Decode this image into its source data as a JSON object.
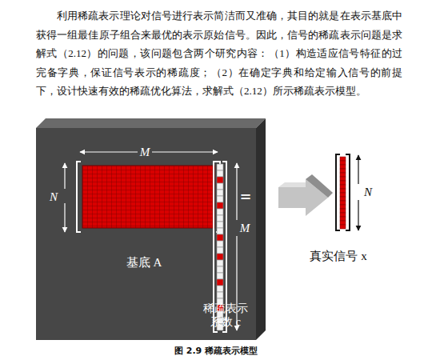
{
  "diagram": {
    "caption": "图 2.9 稀疏表示模型",
    "labels": [
      "利用稀疏表示理论对信号进行表示简洁而又准确，其目的就是在表示基底中获得一组最佳原子组合来最优的表示原始信号。因此，信号的稀疏表示问题是求解式（2.12）的问题，该问题包含两个研究内容：（1）构造适应信号特征的过完备字典，保证信号表示的稀疏度；（2）在确定字典和给定输入信号的前提下，设计快速有效的稀疏优化算法，求解式（2.12）所示稀疏表示模型。",
      "M",
      "N",
      "M",
      "=",
      "基底 A",
      "稀疏表示 系数 c",
      "N",
      "真实信号 x"
    ]
  }
}
